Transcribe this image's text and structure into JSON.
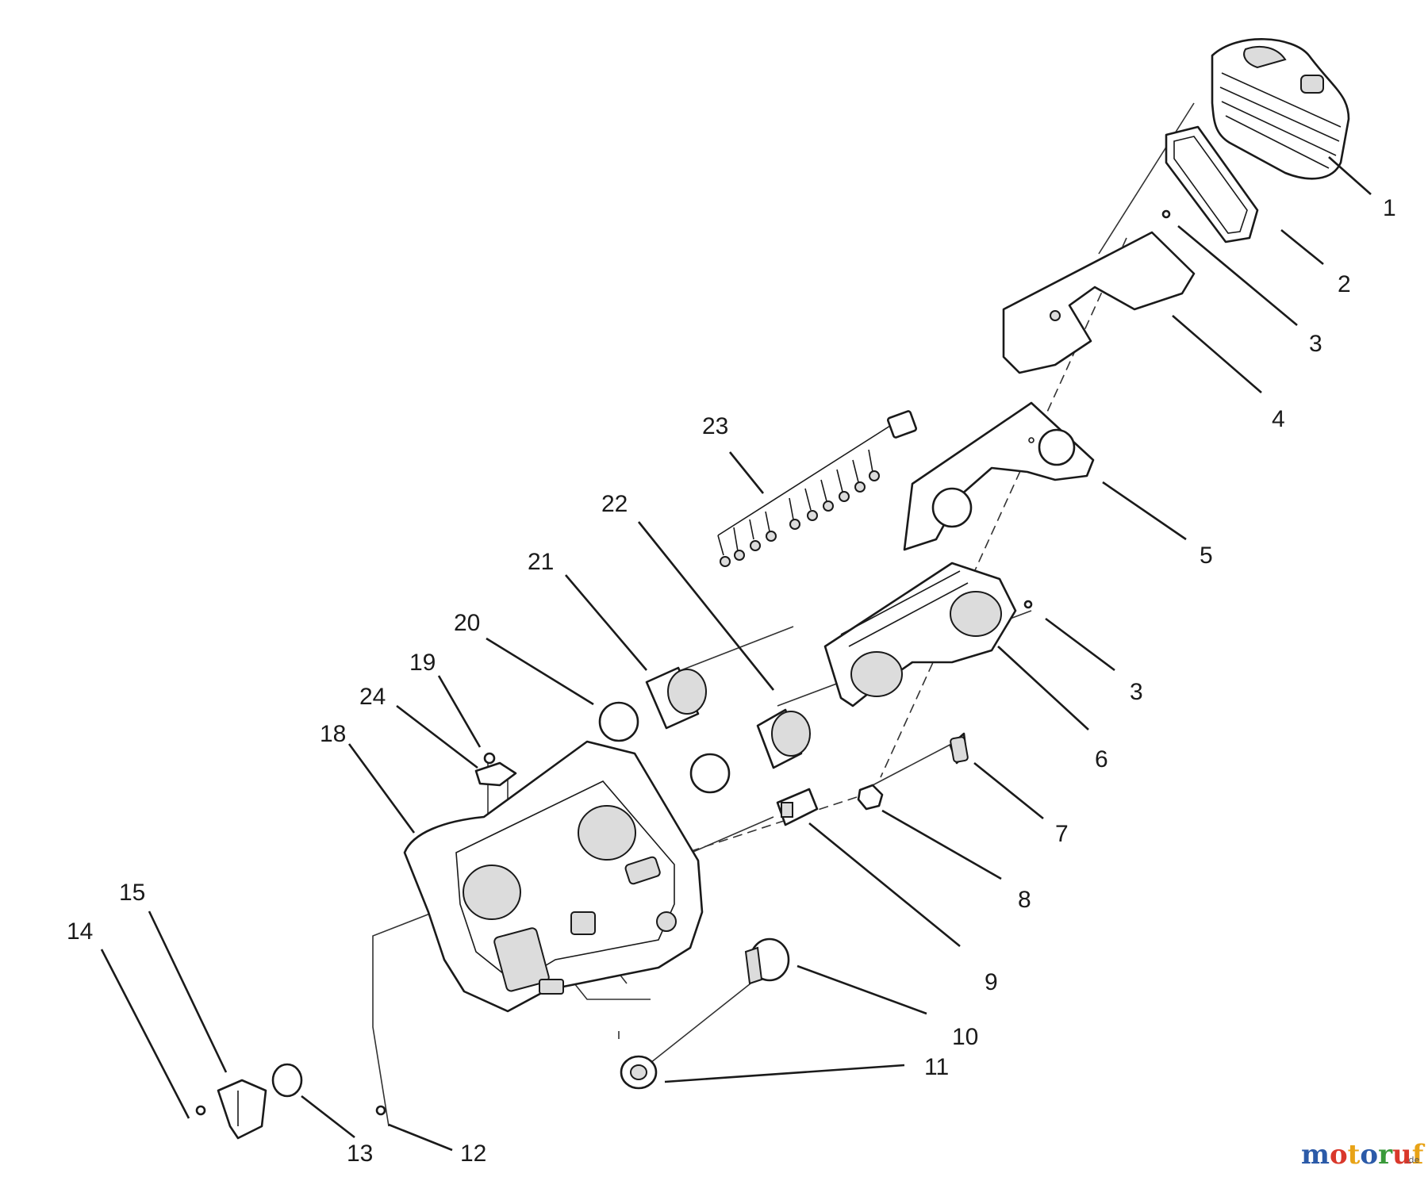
{
  "callouts": [
    {
      "id": "1",
      "text": "1"
    },
    {
      "id": "2",
      "text": "2"
    },
    {
      "id": "3a",
      "text": "3"
    },
    {
      "id": "4",
      "text": "4"
    },
    {
      "id": "5",
      "text": "5"
    },
    {
      "id": "3b",
      "text": "3"
    },
    {
      "id": "6",
      "text": "6"
    },
    {
      "id": "7",
      "text": "7"
    },
    {
      "id": "8",
      "text": "8"
    },
    {
      "id": "9",
      "text": "9"
    },
    {
      "id": "10",
      "text": "10"
    },
    {
      "id": "11",
      "text": "11"
    },
    {
      "id": "12",
      "text": "12"
    },
    {
      "id": "13",
      "text": "13"
    },
    {
      "id": "14",
      "text": "14"
    },
    {
      "id": "15",
      "text": "15"
    },
    {
      "id": "18",
      "text": "18"
    },
    {
      "id": "19",
      "text": "19"
    },
    {
      "id": "20",
      "text": "20"
    },
    {
      "id": "21",
      "text": "21"
    },
    {
      "id": "22",
      "text": "22"
    },
    {
      "id": "23",
      "text": "23"
    },
    {
      "id": "24",
      "text": "24"
    }
  ],
  "watermark": {
    "letters": [
      "m",
      "o",
      "t",
      "o",
      "r",
      "u",
      "f"
    ],
    "letter_colors": [
      "#2b5aa8",
      "#d9382b",
      "#e8a317",
      "#2b5aa8",
      "#3a9a3a",
      "#d9382b",
      "#e8a317"
    ],
    "suffix": ".de"
  }
}
